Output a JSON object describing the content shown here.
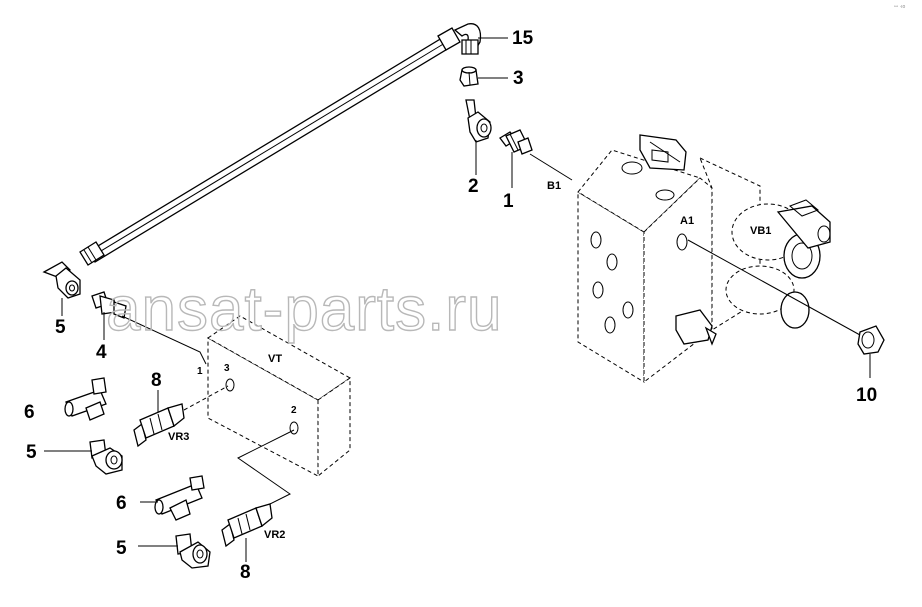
{
  "watermark": "ansat-parts.ru",
  "callouts": {
    "c15": "15",
    "c3": "3",
    "c2": "2",
    "c1": "1",
    "c5a": "5",
    "c4": "4",
    "c8a": "8",
    "c6a": "6",
    "c5b": "5",
    "c6b": "6",
    "c5c": "5",
    "c8b": "8",
    "c10": "10"
  },
  "labels": {
    "b1": "B1",
    "a1": "A1",
    "vb1": "VB1",
    "vt": "VT",
    "vr3": "VR3",
    "vr2": "VR2",
    "vt_port_1": "1",
    "vt_port_2": "2",
    "vt_port_3": "3"
  },
  "corner_mark": "ꟷ ·ıo"
}
